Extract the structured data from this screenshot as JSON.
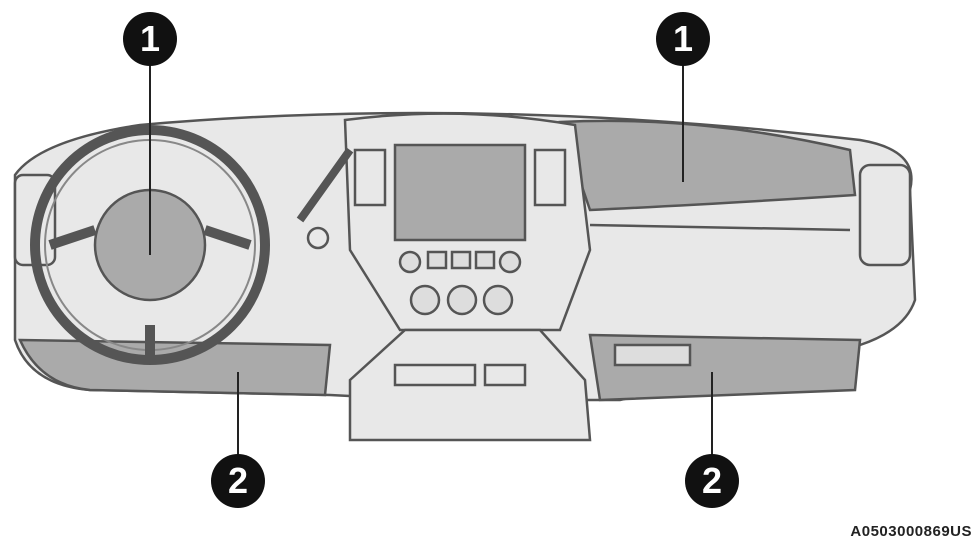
{
  "diagram": {
    "callouts": [
      {
        "label": "1",
        "target": "driver-airbag"
      },
      {
        "label": "1",
        "target": "passenger-airbag"
      },
      {
        "label": "2",
        "target": "driver-knee-airbag"
      },
      {
        "label": "2",
        "target": "passenger-knee-airbag"
      }
    ],
    "figure_code": "A0503000869US",
    "colors": {
      "outline": "#555555",
      "fill": "#e6e6e6",
      "highlight": "#a8a8a8",
      "callout": "#111111"
    }
  }
}
